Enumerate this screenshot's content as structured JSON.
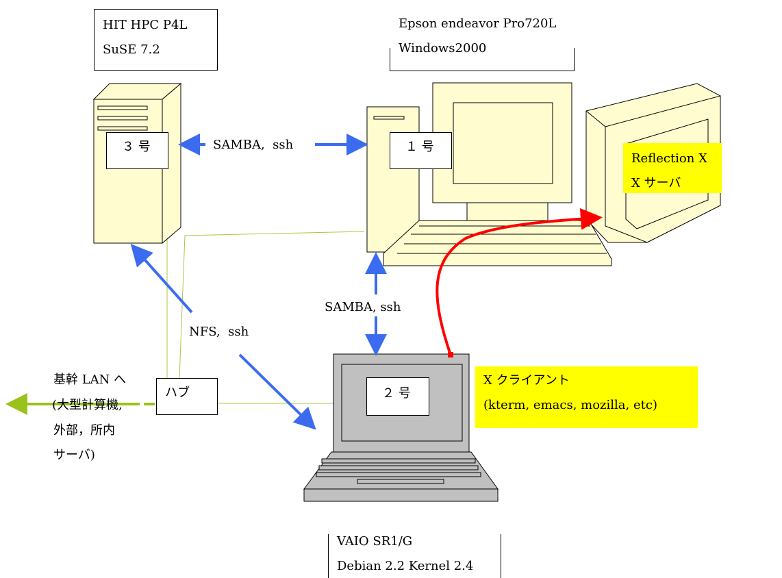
{
  "servers": {
    "no3": {
      "label": "３ 号",
      "model": "HIT HPC P4L",
      "os": "SuSE 7.2"
    },
    "no1": {
      "label": "１ 号",
      "model": "Epson endeavor Pro720L",
      "os": "Windows2000"
    },
    "no2": {
      "label": "２ 号",
      "model": "VAIO SR1/G",
      "os": "Debian 2.2 Kernel 2.4"
    }
  },
  "xserver": {
    "line1": "Reflection X",
    "line2": "X サーバ"
  },
  "xclient": {
    "line1": "X クライアント",
    "line2": "(kterm, emacs, mozilla, etc)"
  },
  "hub": {
    "label": "ハブ"
  },
  "backbone": {
    "line1": "基幹 LAN へ",
    "line2": "(大型計算機,",
    "line3": "外部，所内",
    "line4": "サーバ)"
  },
  "links": {
    "no3_no1": "SAMBA,  ssh",
    "no1_no2": "SAMBA, ssh",
    "no3_no2": "NFS,  ssh"
  },
  "colors": {
    "blue_arrow": "#3b6cf0",
    "red_arrow": "#ff0000",
    "green_arrow": "#99c21a",
    "lan_line": "#a8c840",
    "device_fill": "#fffdd0",
    "laptop_fill": "#c0c0c0",
    "highlight": "#ffff00"
  }
}
